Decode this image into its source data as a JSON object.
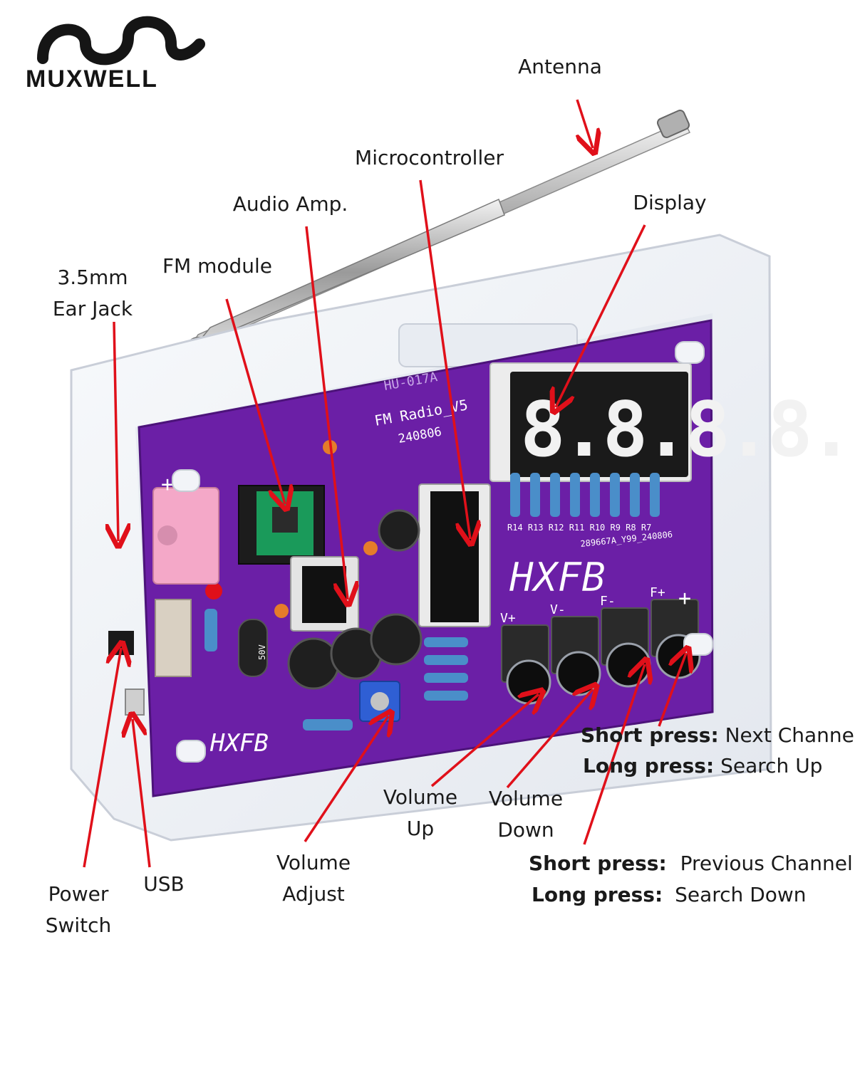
{
  "brand": {
    "name": "MUXWELL"
  },
  "board": {
    "silk_model": "HU-017A",
    "silk_title": "FM Radio_V5",
    "silk_date": "240806",
    "silk_code": "289667A_Y99_240806",
    "silk_logo": "HXFB",
    "display_digits": "8.8.8.8.",
    "button_labels": [
      "V+",
      "V-",
      "F-",
      "F+"
    ],
    "resistor_labels": [
      "R14",
      "R13",
      "R12",
      "R11",
      "R10",
      "R9",
      "R8",
      "R7"
    ],
    "cap_label": "50V"
  },
  "labels": {
    "antenna": "Antenna",
    "microcontroller": "Microcontroller",
    "audio_amp": "Audio Amp.",
    "display": "Display",
    "fm_module": "FM module",
    "ear_jack_1": "3.5mm",
    "ear_jack_2": "Ear Jack",
    "volume_up_1": "Volume",
    "volume_up_2": "Up",
    "volume_down_1": "Volume",
    "volume_down_2": "Down",
    "volume_adjust_1": "Volume",
    "volume_adjust_2": "Adjust",
    "usb": "USB",
    "power_switch_1": "Power",
    "power_switch_2": "Switch"
  },
  "next_channel": {
    "short_label": "Short press:",
    "short_value": "Next Channel",
    "long_label": "Long press:",
    "long_value": "Search Up"
  },
  "prev_channel": {
    "short_label": "Short press:",
    "short_value": "Previous Channel",
    "long_label": "Long press:",
    "long_value": "Search Down"
  },
  "colors": {
    "pcb": "#6b1fa6",
    "arrow": "#e0101a",
    "case": "#eef1f6",
    "digit": "#f2f2f2",
    "jack": "#f4a8c8"
  }
}
